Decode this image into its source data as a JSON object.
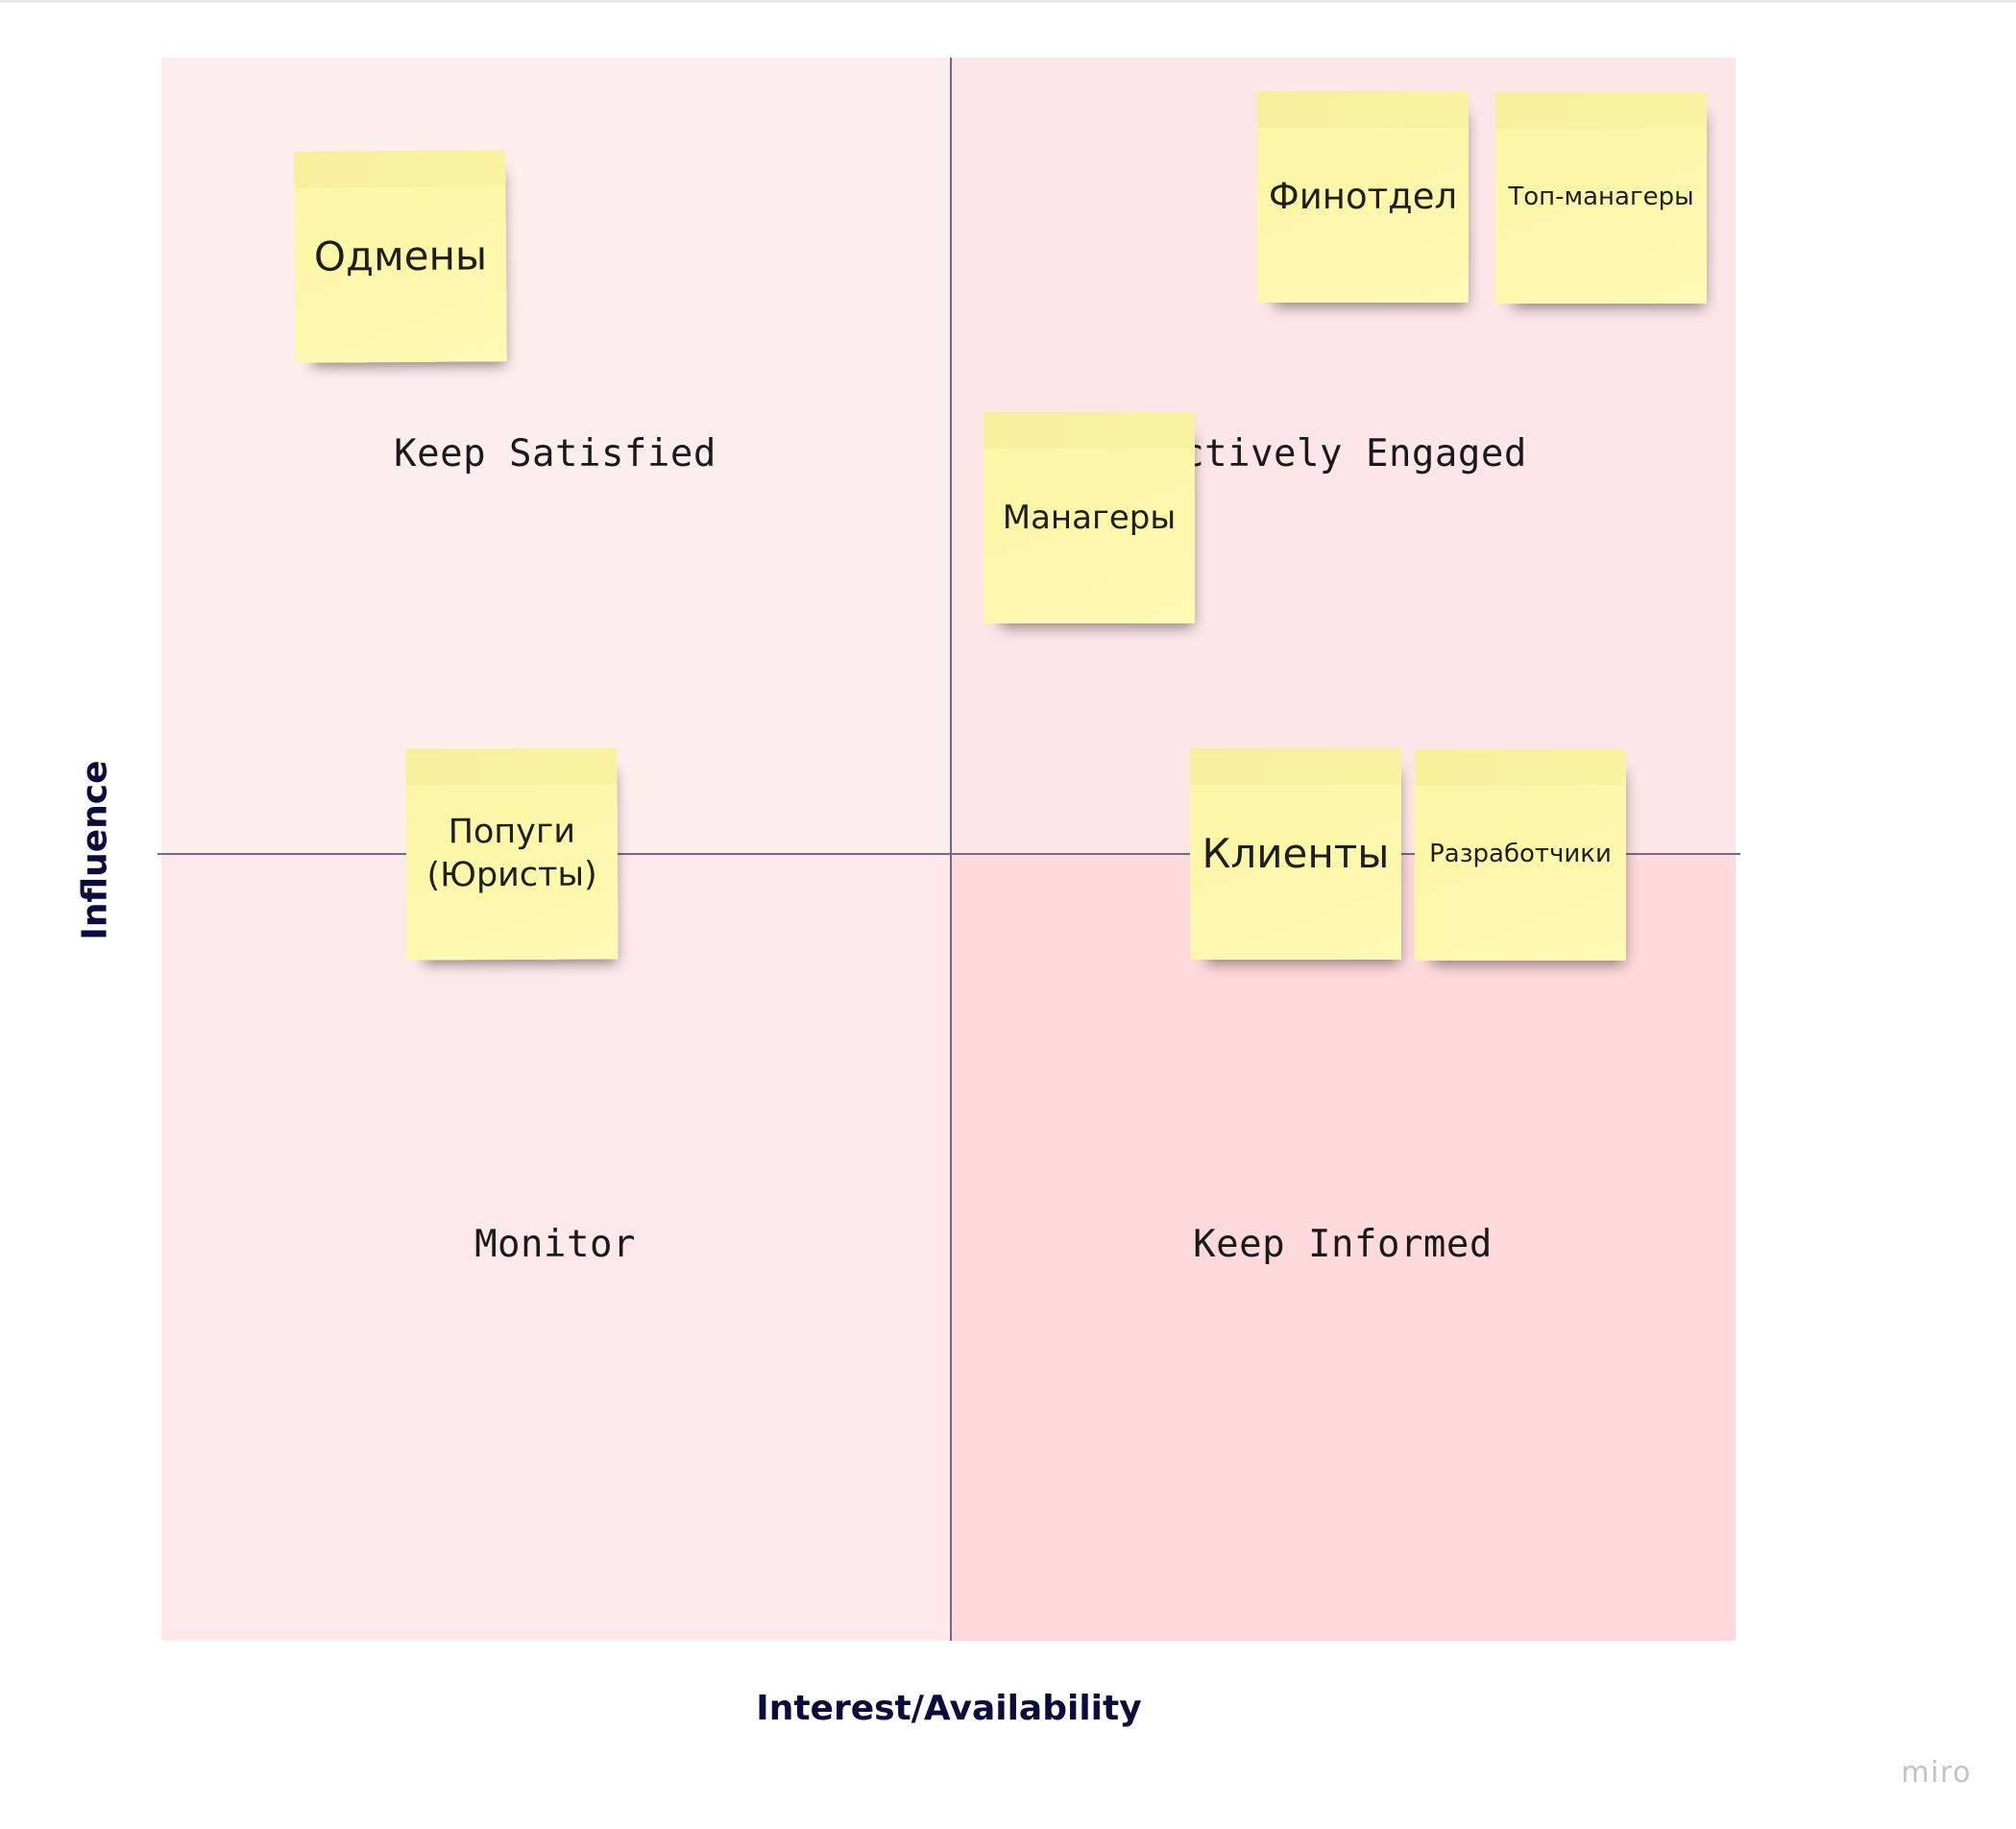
{
  "matrix": {
    "quadrants": {
      "top_left": "Keep Satisfied",
      "top_right": "Actively Engaged",
      "bottom_left": "Monitor",
      "bottom_right": "Keep Informed"
    },
    "x_axis_title": "Interest/Availability",
    "y_axis_title": "Influence",
    "colors": {
      "top_left": "#fdeeee",
      "top_right": "#fde6e8",
      "bottom_left": "#fde9ea",
      "bottom_right": "#fedadc",
      "sticky_note": "#fdf6a8",
      "axis_line": "#6c6c86"
    }
  },
  "sticky_notes": {
    "odmeny": "Одмены",
    "finotdel": "Финотдел",
    "top_managers": "Топ-манагеры",
    "managers": "Манагеры",
    "popugi": "Попуги\n(Юристы)",
    "clients": "Клиенты",
    "developers": "Разработчики"
  },
  "brand": "miro"
}
